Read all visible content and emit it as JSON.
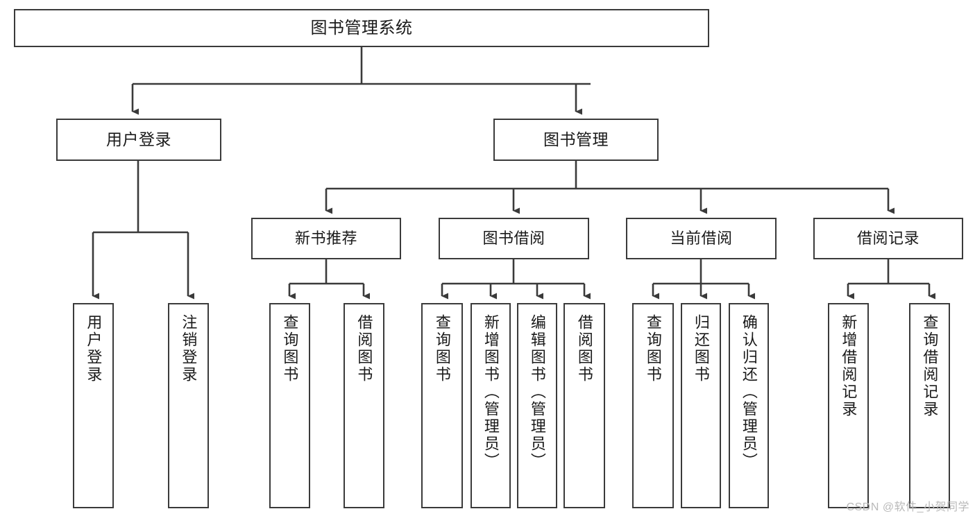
{
  "diagram": {
    "title": "图书管理系统",
    "type": "hierarchy-tree",
    "watermark": "CSDN @软件_小贺同学",
    "colors": {
      "background": "#ffffff",
      "node_border": "#3a3a3a",
      "node_fill": "#ffffff",
      "edge": "#3a3a3a",
      "text": "#1a1a1a",
      "watermark": "#b9b9b9"
    }
  },
  "nodes": {
    "root": {
      "label": "图书管理系统",
      "level": 0,
      "orientation": "horizontal"
    },
    "l1": [
      {
        "id": "user_login",
        "label": "用户登录",
        "level": 1,
        "orientation": "horizontal"
      },
      {
        "id": "book_mgmt",
        "label": "图书管理",
        "level": 1,
        "orientation": "horizontal"
      }
    ],
    "l2": [
      {
        "id": "new_book_rec",
        "label": "新书推荐",
        "level": 2,
        "orientation": "horizontal"
      },
      {
        "id": "book_borrow",
        "label": "图书借阅",
        "level": 2,
        "orientation": "horizontal"
      },
      {
        "id": "current_borrow",
        "label": "当前借阅",
        "level": 2,
        "orientation": "horizontal"
      },
      {
        "id": "borrow_record",
        "label": "借阅记录",
        "level": 2,
        "orientation": "horizontal"
      }
    ],
    "leaves": [
      {
        "id": "leaf_user_login",
        "label": "用户登录",
        "parent": "user_login",
        "orientation": "vertical"
      },
      {
        "id": "leaf_user_logout",
        "label": "注销登录",
        "parent": "user_login",
        "orientation": "vertical"
      },
      {
        "id": "leaf_rec_query",
        "label": "查询图书",
        "parent": "new_book_rec",
        "orientation": "vertical"
      },
      {
        "id": "leaf_rec_borrow",
        "label": "借阅图书",
        "parent": "new_book_rec",
        "orientation": "vertical"
      },
      {
        "id": "leaf_bb_query",
        "label": "查询图书",
        "parent": "book_borrow",
        "orientation": "vertical"
      },
      {
        "id": "leaf_bb_add",
        "label": "新增图书（管理员）",
        "parent": "book_borrow",
        "orientation": "vertical"
      },
      {
        "id": "leaf_bb_edit",
        "label": "编辑图书（管理员）",
        "parent": "book_borrow",
        "orientation": "vertical"
      },
      {
        "id": "leaf_bb_borrow",
        "label": "借阅图书",
        "parent": "book_borrow",
        "orientation": "vertical"
      },
      {
        "id": "leaf_cb_query",
        "label": "查询图书",
        "parent": "current_borrow",
        "orientation": "vertical"
      },
      {
        "id": "leaf_cb_return",
        "label": "归还图书",
        "parent": "current_borrow",
        "orientation": "vertical"
      },
      {
        "id": "leaf_cb_confirm",
        "label": "确认归还（管理员）",
        "parent": "current_borrow",
        "orientation": "vertical"
      },
      {
        "id": "leaf_br_add",
        "label": "新增借阅记录",
        "parent": "borrow_record",
        "orientation": "vertical"
      },
      {
        "id": "leaf_br_query",
        "label": "查询借阅记录",
        "parent": "borrow_record",
        "orientation": "vertical"
      }
    ]
  }
}
